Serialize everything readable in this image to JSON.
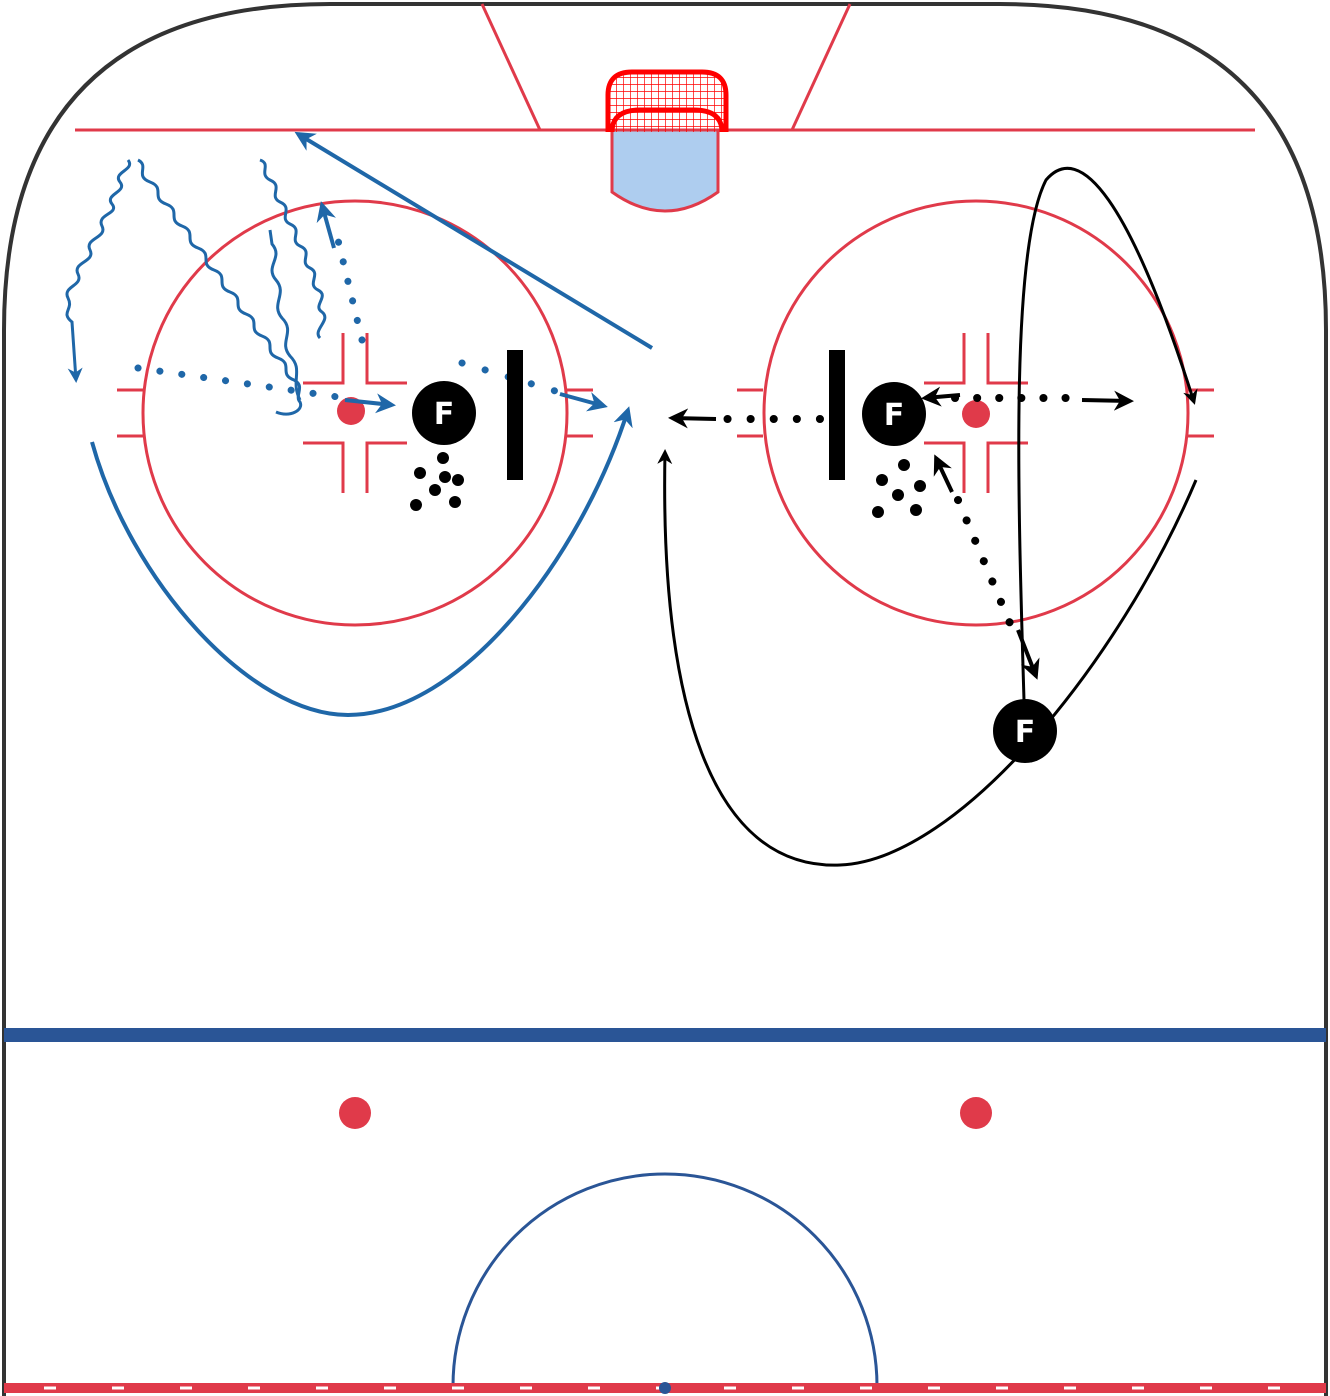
{
  "colors": {
    "rink_line": "#e03a4a",
    "blue_line": "#2a5596",
    "drill_blue": "#1f67a8",
    "drill_black": "#000000",
    "board": "#333333",
    "crease": "#aecdef",
    "net": "#ff0000"
  },
  "icons": {
    "net": "hockey-net-icon",
    "player": "player-circle-icon",
    "puck_pile": "puck-pile-icon",
    "screen": "stick-screen-icon"
  },
  "players": [
    {
      "id": "left-forward",
      "label": "F"
    },
    {
      "id": "right-forward",
      "label": "F"
    },
    {
      "id": "bottom-forward",
      "label": "F"
    }
  ]
}
